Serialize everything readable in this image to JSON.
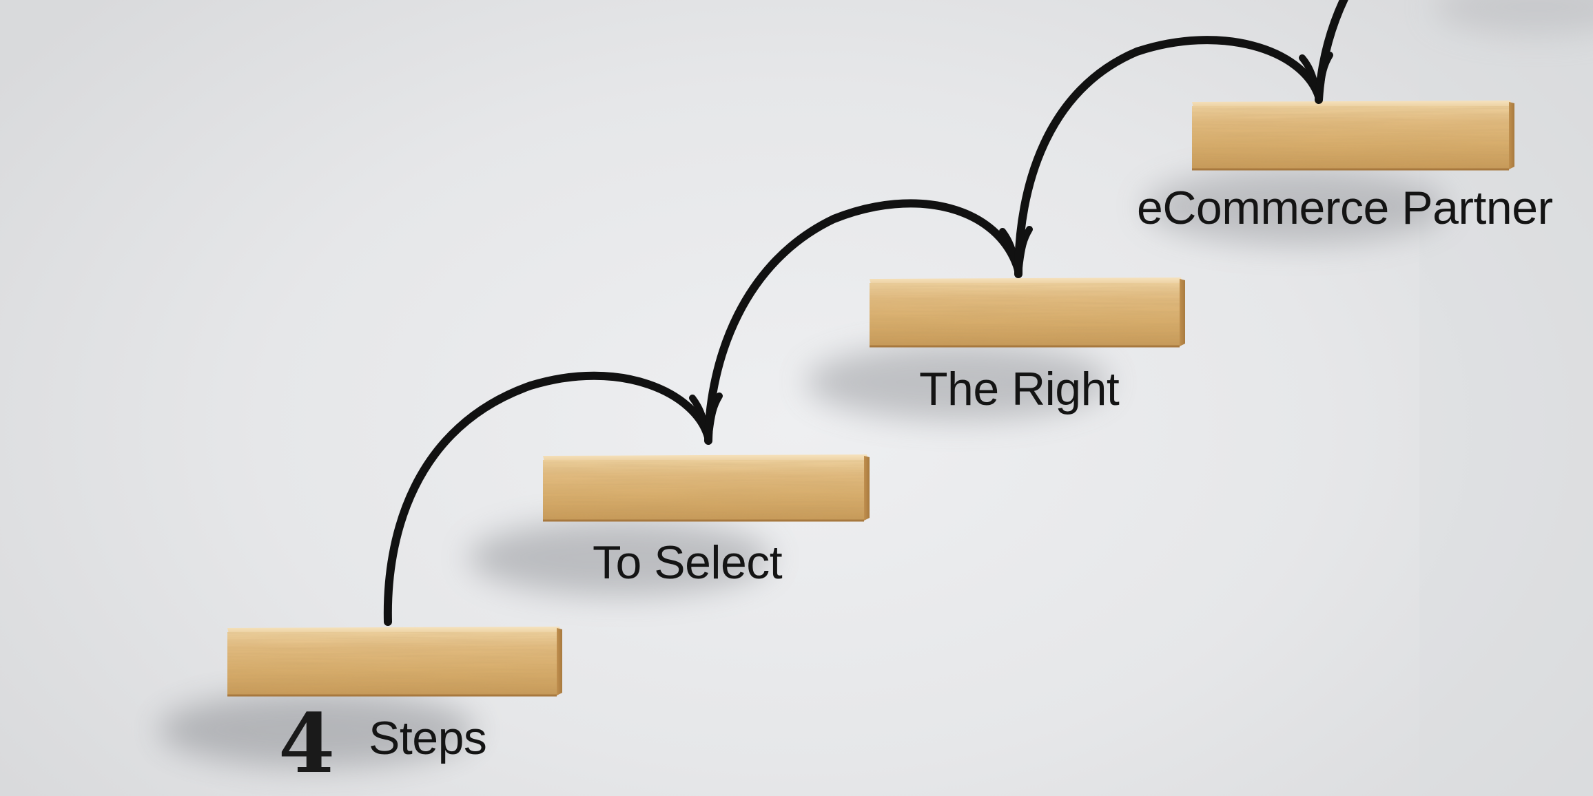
{
  "caption": {
    "number": "4",
    "words": [
      "Steps",
      "To Select",
      "The Right",
      "eCommerce Partner"
    ]
  },
  "colors": {
    "background": "#e9eaec",
    "wood": "#e0b878",
    "arrow": "#111111",
    "text": "#141414"
  },
  "icons": {
    "arrow": "curved-hop-arrow-icon"
  }
}
